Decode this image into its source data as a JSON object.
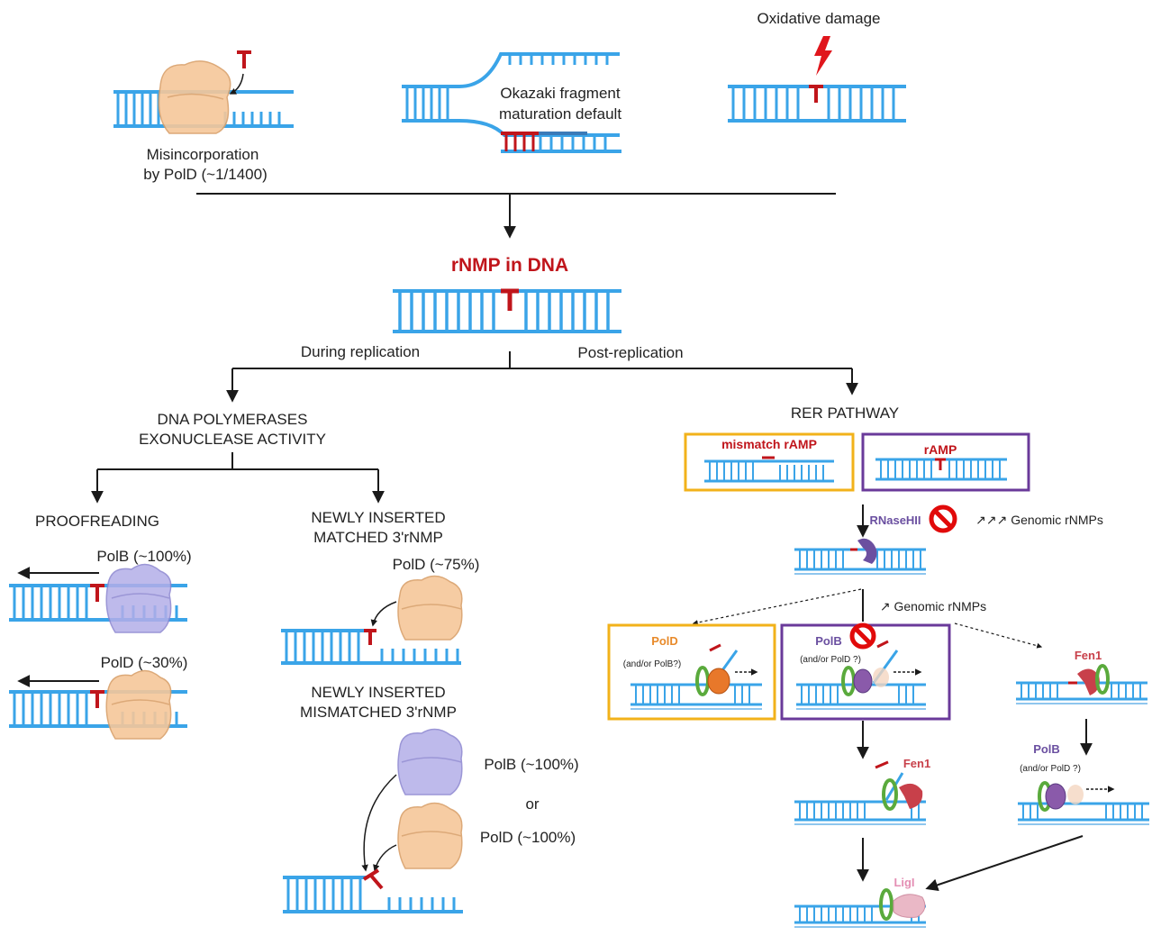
{
  "sources": {
    "misincorporation": "Misincorporation",
    "misincorporation_detail": "by PolD (~1/1400)",
    "okazaki_line1": "Okazaki fragment",
    "okazaki_line2": "maturation default",
    "oxidative": "Oxidative damage"
  },
  "center": {
    "title": "rNMP in DNA",
    "during": "During replication",
    "post": "Post-replication"
  },
  "left": {
    "heading_line1": "DNA POLYMERASES",
    "heading_line2": "EXONUCLEASE ACTIVITY",
    "proofreading": "PROOFREADING",
    "polb_100": "PolB (~100%)",
    "pold_30": "PolD (~30%)",
    "matched_line1": "NEWLY INSERTED",
    "matched_line2": "MATCHED 3'rNMP",
    "pold_75": "PolD (~75%)",
    "mismatched_line1": "NEWLY INSERTED",
    "mismatched_line2": "MISMATCHED 3'rNMP",
    "polb_100b": "PolB (~100%)",
    "or": "or",
    "pold_100": "PolD (~100%)"
  },
  "rer": {
    "title": "RER PATHWAY",
    "mismatch_ramp": "mismatch rAMP",
    "ramp": "rAMP",
    "rnaseh": "RNaseHII",
    "genomic_up3": "↗↗↗ Genomic rNMPs",
    "genomic_up1": "↗ Genomic rNMPs",
    "pold": "PolD",
    "pold_sub": "(and/or PolB?)",
    "polb": "PolB",
    "polb_sub": "(and/or PolD ?)",
    "fen1_right": "Fen1",
    "polb_right": "PolB",
    "polb_right_sub": "(and/or PolD ?)",
    "fen1_mid": "Fen1",
    "ligi": "LigI"
  },
  "colors": {
    "dna": "#3aa4e8",
    "dna_light": "#8fc6ee",
    "rnmp": "#c0151b",
    "pold_enzyme": "#f6c79a",
    "polb_enzyme": "#b3aee8",
    "rnaseh": "#6b4fa0",
    "pcna": "#5aaa3c",
    "fen1": "#c8404a",
    "ligi": "#eab8c6",
    "box_yellow": "#f2b21a",
    "box_purple": "#6a3a9a",
    "stop": "#e10a0a",
    "label_purple": "#6a4fa0",
    "label_orange": "#e88a2a",
    "label_pink": "#e48fb4"
  }
}
